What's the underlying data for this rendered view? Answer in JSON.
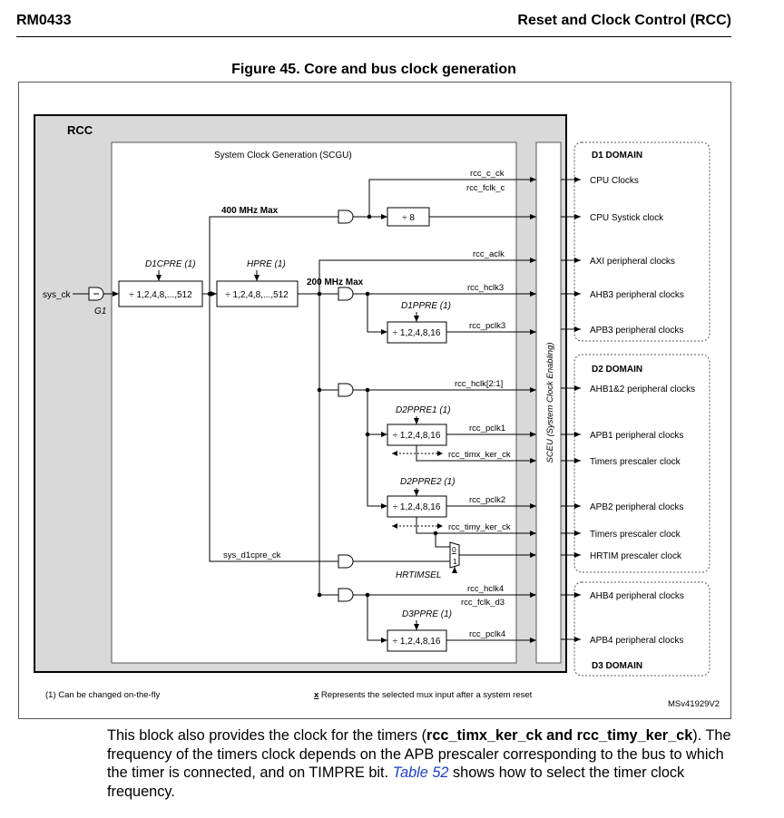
{
  "header": {
    "doc_id": "RM0433",
    "section": "Reset and Clock Control (RCC)"
  },
  "figure": {
    "title": "Figure 45. Core and bus clock generation",
    "rcc_label": "RCC",
    "scgu_label": "System Clock Generation (SCGU)",
    "sceu_label": "SCEU (System Clock Enabling)",
    "input": "sys_ck",
    "gate_g1": "G1",
    "prescalers": {
      "d1cpre": {
        "name": "D1CPRE (1)",
        "value": "÷ 1,2,4,8,...,512"
      },
      "hpre": {
        "name": "HPRE (1)",
        "value": "÷ 1,2,4,8,...,512"
      },
      "div8": "÷ 8",
      "d1ppre": {
        "name": "D1PPRE (1)",
        "value": "÷ 1,2,4,8,16"
      },
      "d2ppre1": {
        "name": "D2PPRE1 (1)",
        "value": "÷ 1,2,4,8,16"
      },
      "d2ppre2": {
        "name": "D2PPRE2 (1)",
        "value": "÷ 1,2,4,8,16"
      },
      "d3ppre": {
        "name": "D3PPRE (1)",
        "value": "÷ 1,2,4,8,16"
      }
    },
    "freq_labels": {
      "cpu_max": "400 MHz Max",
      "bus_max": "200 MHz Max"
    },
    "signals": {
      "rcc_c_ck": "rcc_c_ck",
      "rcc_fclk_c": "rcc_fclk_c",
      "rcc_aclk": "rcc_aclk",
      "rcc_hclk3": "rcc_hclk3",
      "rcc_pclk3": "rcc_pclk3",
      "rcc_hclk_2_1": "rcc_hclk[2:1]",
      "rcc_pclk1": "rcc_pclk1",
      "rcc_timx_ker_ck": "rcc_timx_ker_ck",
      "rcc_pclk2": "rcc_pclk2",
      "rcc_timy_ker_ck": "rcc_timy_ker_ck",
      "sys_d1cpre_ck": "sys_d1cpre_ck",
      "hrtimsel": "HRTIMSEL",
      "rcc_hclk4": "rcc_hclk4",
      "rcc_fclk_d3": "rcc_fclk_d3",
      "rcc_pclk4": "rcc_pclk4"
    },
    "domains": {
      "d1": {
        "title": "D1 DOMAIN",
        "items": [
          "CPU Clocks",
          "CPU Systick clock",
          "AXI peripheral clocks",
          "AHB3 peripheral clocks",
          "APB3 peripheral clocks"
        ]
      },
      "d2": {
        "title": "D2 DOMAIN",
        "items": [
          "AHB1&2 peripheral clocks",
          "APB1 peripheral clocks",
          "Timers prescaler clock",
          "APB2 peripheral clocks",
          "Timers prescaler clock",
          "HRTIM prescaler clock"
        ]
      },
      "d3": {
        "title": "D3 DOMAIN",
        "items": [
          "AHB4 peripheral clocks",
          "APB4 peripheral clocks"
        ]
      }
    },
    "mux_inputs": {
      "zero": "0",
      "one": "1"
    },
    "footnote": "(1) Can be changed on-the-fly",
    "mux_note_x": "x",
    "mux_note": " Represents the selected mux input after a system reset",
    "figure_id": "MSv41929V2"
  },
  "paragraph": {
    "p1": "This block also provides the clock for the timers (",
    "bold": "rcc_timx_ker_ck and rcc_timy_ker_ck",
    "p2": "). The frequency of the timers clock depends on the APB prescaler corresponding to the bus to which the timer is connected, and on TIMPRE bit. ",
    "link": "Table 52",
    "p3": " shows how to select the timer clock frequency."
  }
}
